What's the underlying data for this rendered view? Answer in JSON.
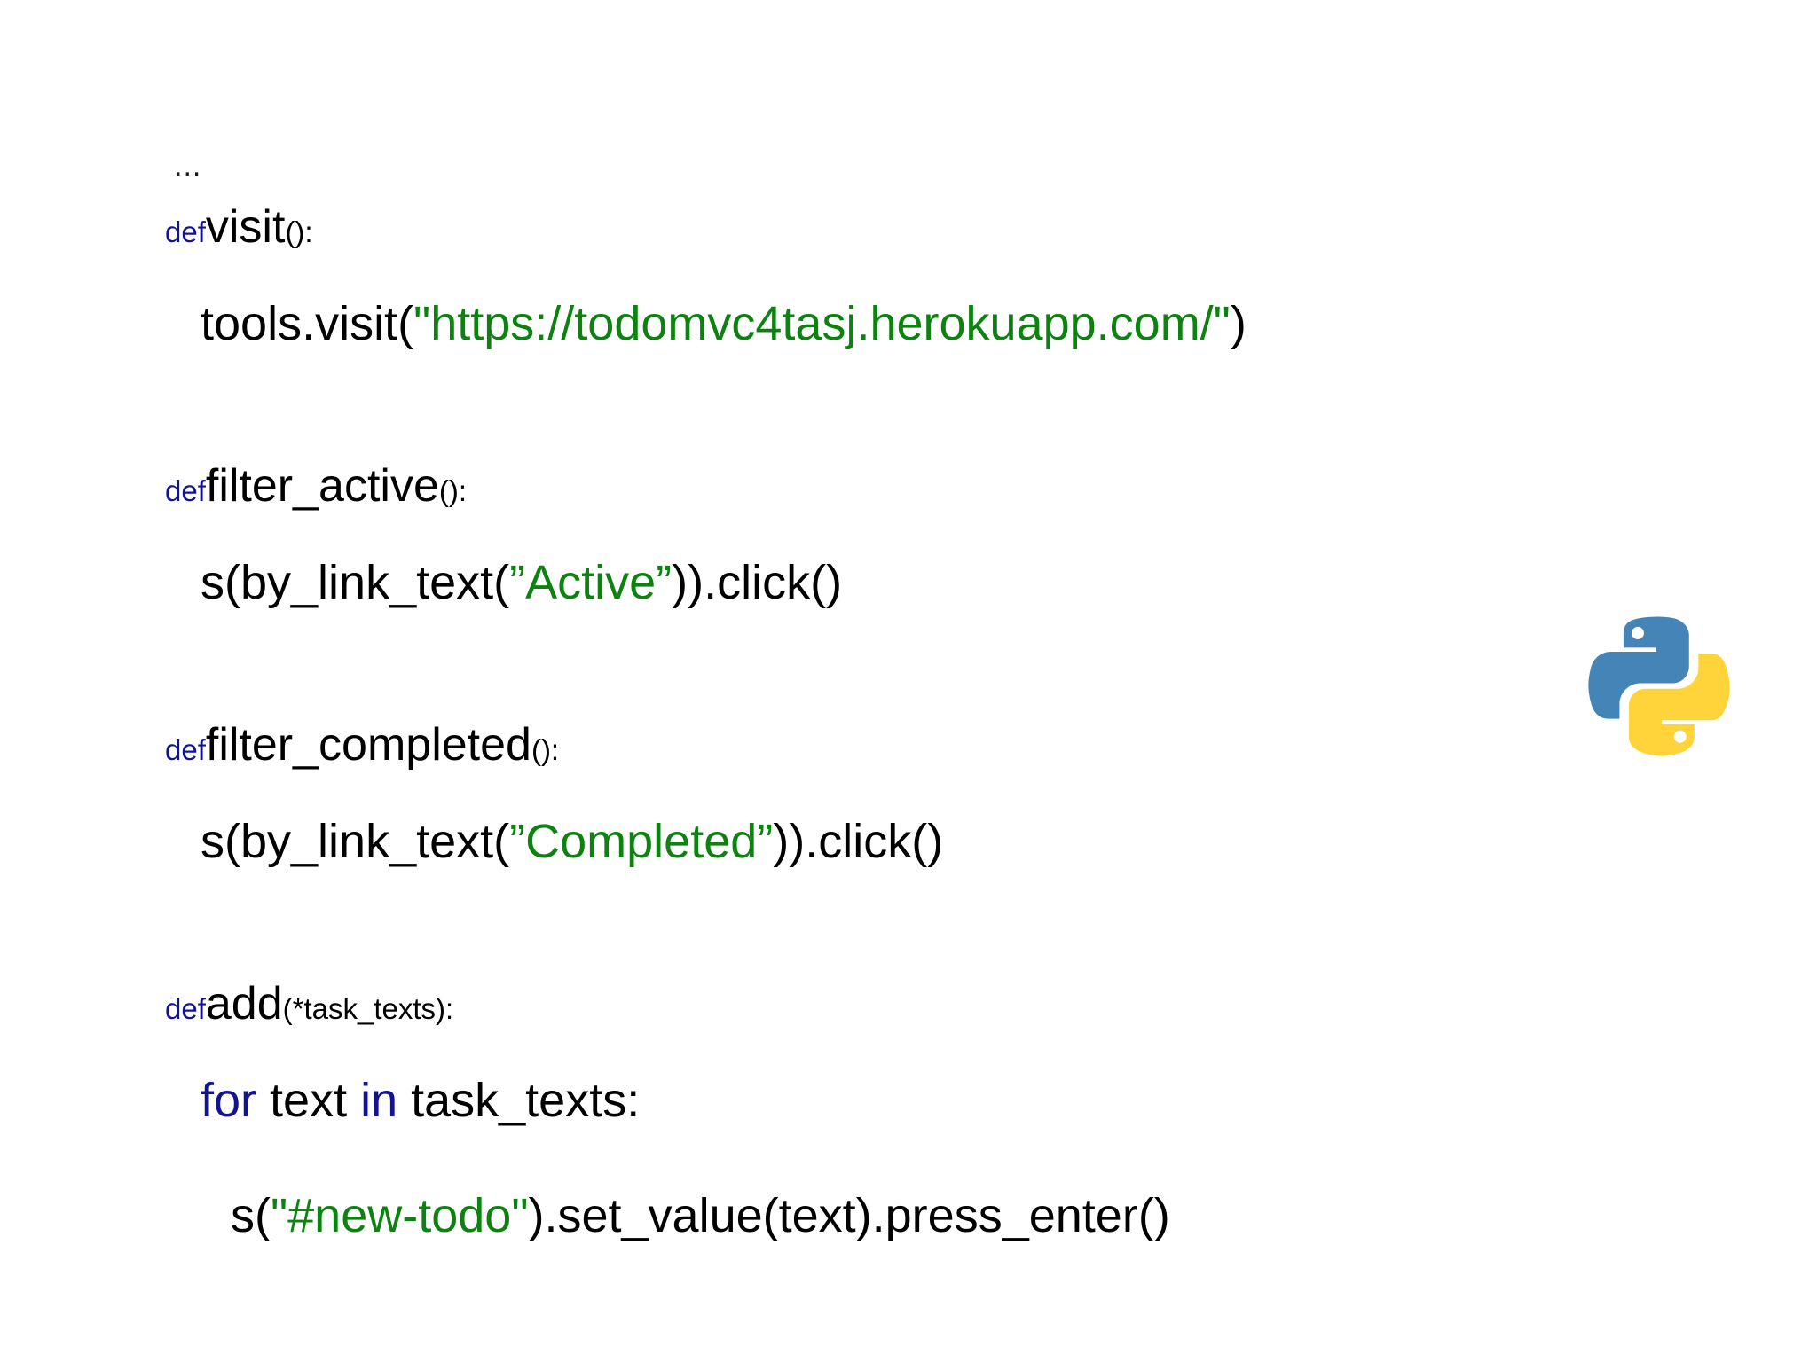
{
  "slide": {
    "background_color": "#ffffff",
    "keyword_color": "#12138f",
    "string_color": "#0d8211",
    "text_color": "#000000"
  },
  "code": {
    "ellipsis": "...",
    "defs": {
      "visit": {
        "kw": "def",
        "name": "visit",
        "args": "():",
        "body_prefix": "tools.visit(",
        "body_string": "\"https://todomvc4tasj.herokuapp.com/\"",
        "body_suffix": ")"
      },
      "filter_active": {
        "kw": "def",
        "name": "filter_active",
        "args": "():",
        "body_prefix": "s(by_link_text(",
        "body_string": "”Active”",
        "body_suffix": ")).click()"
      },
      "filter_completed": {
        "kw": "def",
        "name": "filter_completed",
        "args": "():",
        "body_prefix": "s(by_link_text(",
        "body_string": "”Completed”",
        "body_suffix": ")).click()"
      },
      "add": {
        "kw": "def",
        "name": "add",
        "args": "(*task_texts):",
        "for_kw": "for",
        "for_var": " text ",
        "in_kw": "in",
        "for_iter": " task_texts:",
        "body_prefix": "s(",
        "body_string": "\"#new-todo\"",
        "body_suffix": ").set_value(text).press_enter()"
      }
    }
  },
  "logo": {
    "name": "python-logo",
    "blue": "#3F74A3",
    "blue_light": "#4A86B8",
    "yellow": "#FFD košt43B",
    "yellow_color": "#FBD45C",
    "eye_color": "#ffffff"
  }
}
